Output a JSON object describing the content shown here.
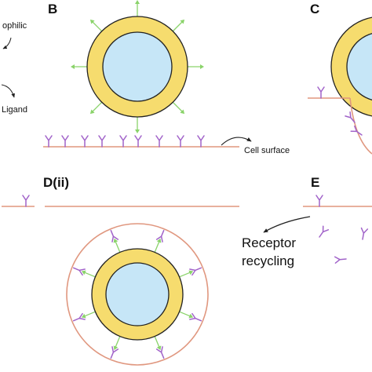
{
  "labels": {
    "hydrophilic_partial": "ophilic",
    "ligand_partial": "Ligand",
    "panel_b": "B",
    "panel_c": "C",
    "panel_dii": "D(ii)",
    "panel_e": "E",
    "cell_surface": "Cell surface",
    "receptor_line1": "Receptor",
    "receptor_line2": "recycling"
  },
  "colors": {
    "shell": "#f6dc6e",
    "core": "#c6e6f7",
    "outline": "#222222",
    "ligand": "#8ad36a",
    "receptor": "#a163c9",
    "membrane": "#e0977f"
  }
}
